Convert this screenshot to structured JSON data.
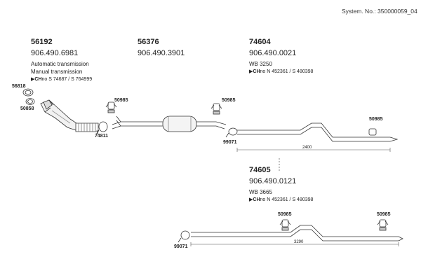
{
  "system_no": "System. No.: 350000059_04",
  "parts": {
    "p56192": {
      "number": "56192",
      "ref": "906.490.6981",
      "line1": "Automatic transmission",
      "line2": "Manual transmission",
      "ch_prefix": "CH",
      "ch_text": "no S 74687 / S 764999"
    },
    "p56376": {
      "number": "56376",
      "ref": "906.490.3901"
    },
    "p74604": {
      "number": "74604",
      "ref": "906.490.0021",
      "wb": "WB 3250",
      "ch_prefix": "CH",
      "ch_text": "no N 452361 / S 480398"
    },
    "p74605": {
      "number": "74605",
      "ref": "906.490.0121",
      "wb": "WB 3665",
      "ch_prefix": "CH",
      "ch_text": "no N 452361 / S 480398"
    }
  },
  "labels": {
    "l56818": "56818",
    "l50858": "50858",
    "l74811": "74811",
    "l50985_a": "50985",
    "l50985_b": "50985",
    "l50985_c": "50985",
    "l50985_d": "50985",
    "l50985_e": "50985",
    "l99071_a": "99071",
    "l99071_b": "99071"
  },
  "dimensions": {
    "d2400": "2400",
    "d3290": "3290"
  }
}
